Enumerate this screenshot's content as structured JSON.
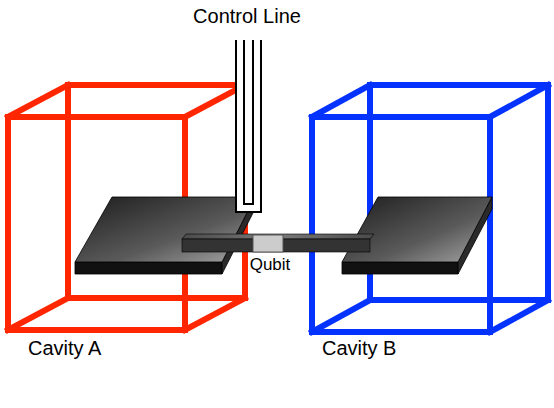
{
  "diagram": {
    "nodes": [
      {
        "text": [
          "Cavity A"
        ]
      },
      {
        "text": [
          "Cavity B"
        ]
      }
    ],
    "labels": [
      "Control Line",
      "Qubit"
    ]
  }
}
